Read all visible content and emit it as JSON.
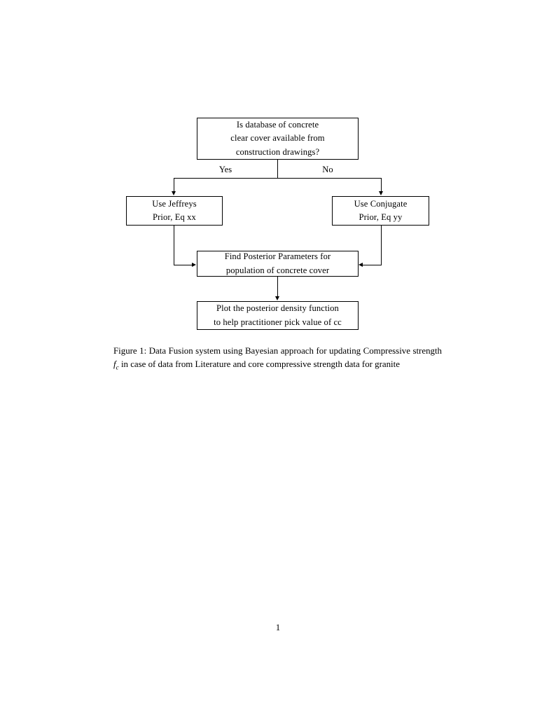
{
  "document": {
    "page_number": "1",
    "background_color": "#ffffff",
    "text_color": "#000000",
    "line_color": "#000000"
  },
  "figure": {
    "nodes": {
      "question": {
        "name": "decision-database-available",
        "line1": "Is database of concrete",
        "line2": "clear cover available from",
        "line3": "construction drawings?"
      },
      "jeffreys": {
        "name": "use-jeffreys-prior",
        "line1": "Use Jeffreys",
        "line2": "Prior, Eq xx"
      },
      "conjugate": {
        "name": "use-conjugate-prior",
        "line1": "Use Conjugate",
        "line2": "Prior, Eq yy"
      },
      "posterior": {
        "name": "find-posterior-parameters",
        "line1": "Find Posterior Parameters for",
        "line2": "population of concrete cover"
      },
      "plot": {
        "name": "plot-posterior-density",
        "line1": "Plot the posterior density function",
        "line2": "to help practitioner pick value of cc"
      }
    },
    "branches": {
      "yes_label": "Yes",
      "no_label": "No"
    }
  },
  "caption": {
    "label": "Figure 1:",
    "text_before_math": " Data Fusion system using Bayesian approach for updating Compressive strength ",
    "math_symbol": "f",
    "math_subscript": "c",
    "text_after_math": " in case of data from Literature and core compressive strength data for granite",
    "full_text": "Figure 1: Data Fusion system using Bayesian approach for updating Compressive strength f_c in case of data from Literature and core compressive strength data for granite"
  }
}
